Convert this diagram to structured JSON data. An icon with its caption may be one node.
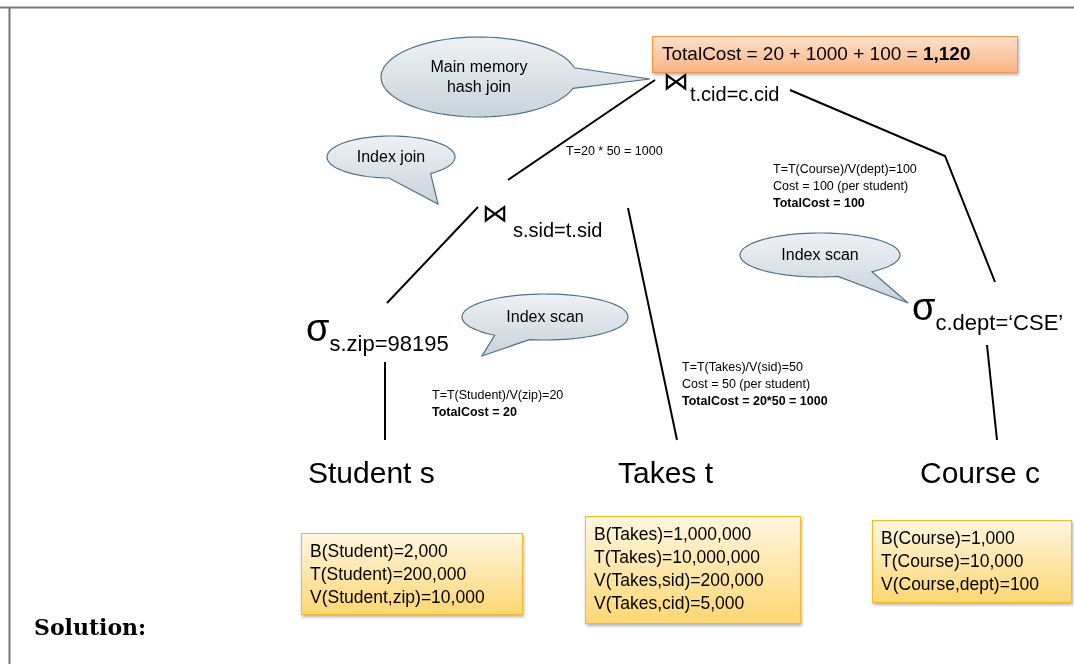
{
  "diagram": {
    "nodes": [
      {
        "text": [
          "TotalCost = 20 + 1000 + 100 = **1,120**"
        ]
      },
      {
        "text": [
          "⋈",
          "t.cid=c.cid"
        ]
      },
      {
        "text": [
          "⋈",
          "s.sid=t.sid"
        ]
      },
      {
        "text": [
          "σ$_{s.zip=98195}$"
        ]
      },
      {
        "text": [
          "σ$_{c.dept=‘CSE’}$"
        ]
      },
      {
        "text": [
          "Student s"
        ]
      },
      {
        "text": [
          "Takes t"
        ]
      },
      {
        "text": [
          "Course c"
        ]
      },
      {
        "text": [
          "B(Student)=2,000",
          "T(Student)=200,000",
          "V(Student,zip)=10,000"
        ]
      },
      {
        "text": [
          "B(Takes)=1,000,000",
          "T(Takes)=10,000,000",
          "V(Takes,sid)=200,000",
          "V(Takes,cid)=5,000"
        ]
      },
      {
        "text": [
          "B(Course)=1,000",
          "T(Course)=10,000",
          "V(Course,dept)=100"
        ]
      },
      {
        "text": [
          "Main memory hash join"
        ]
      },
      {
        "text": [
          "Index join"
        ]
      },
      {
        "text": [
          "Index scan"
        ]
      },
      {
        "text": [
          "Index scan"
        ]
      }
    ],
    "edges": [
      {
        "from": 1,
        "to": 2,
        "arrow": "none"
      },
      {
        "from": 1,
        "to": 4,
        "arrow": "none"
      },
      {
        "from": 2,
        "to": 3,
        "arrow": "none"
      },
      {
        "from": 2,
        "to": 6,
        "arrow": "none"
      },
      {
        "from": 3,
        "to": 5,
        "arrow": "none"
      },
      {
        "from": 4,
        "to": 7,
        "arrow": "none"
      }
    ],
    "labels": [
      "T=20 * 50 = 1000",
      "T=T(Course)/V(dept)=100",
      "Cost = 100 (per student)",
      "TotalCost = 100",
      "T=T(Takes)/V(sid)=50",
      "Cost = 50 (per student)",
      "TotalCost = 20*50 = 1000",
      "T=T(Student)/V(zip)=20",
      "TotalCost = 20",
      "Solution:"
    ]
  }
}
